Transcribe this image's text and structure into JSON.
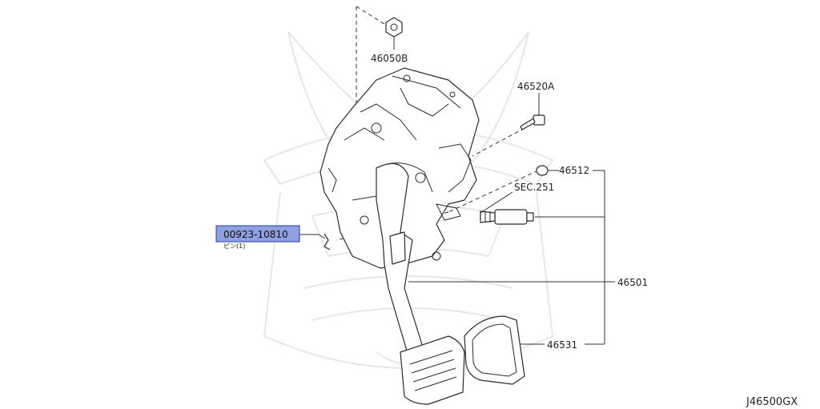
{
  "diagram": {
    "id_code": "J46500GX",
    "highlight_color": "#8f9fe0",
    "labels": {
      "p46050b": "46050B",
      "p46520a": "46520A",
      "p46512": "46512",
      "sec251": "SEC.251",
      "p46501": "46501",
      "p46531": "46531",
      "p00923": "00923-10810",
      "p00923_sub": "ピン(1)"
    }
  }
}
